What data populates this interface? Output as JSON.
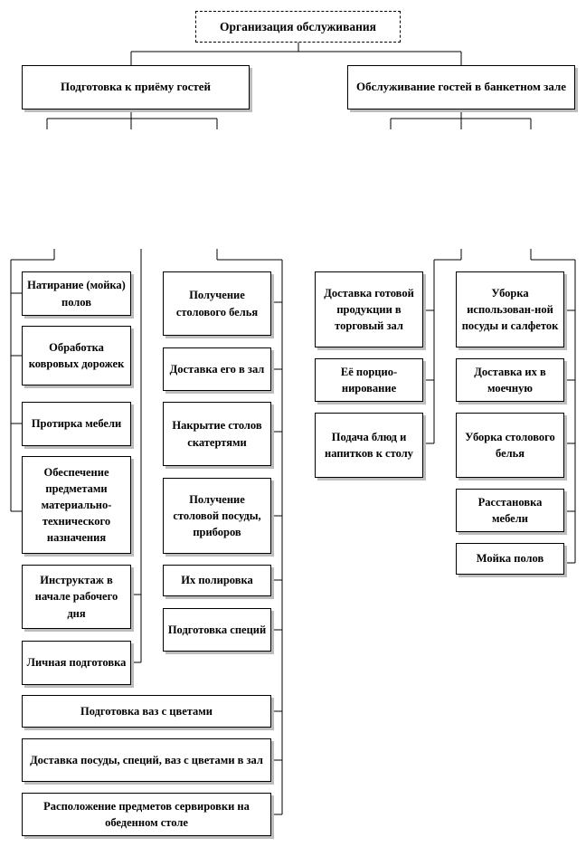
{
  "root": {
    "label": "Организация обслуживания"
  },
  "branch_left": {
    "label": "Подготовка к приёму гостей"
  },
  "branch_right": {
    "label": "Обслуживание гостей в банкетном зале"
  },
  "left_col1": [
    "Натирание (мойка) полов",
    "Обработка ковровых дорожек",
    "Протирка мебели",
    "Обеспечение предметами материально-технического назначения",
    "Инструктаж в начале рабочего дня",
    "Личная подготовка"
  ],
  "left_col2": [
    "Получение столового белья",
    "Доставка его в зал",
    "Накрытие столов скатертями",
    "Получение столовой посуды, приборов",
    "Их полировка",
    "Подготовка специй"
  ],
  "left_wide": [
    "Подготовка ваз с цветами",
    "Доставка посуды, специй, ваз с цветами в зал",
    "Расположение предметов сервировки на обеденном столе"
  ],
  "right_col1": [
    "Доставка готовой продукции в торговый зал",
    "Её порцио-нирование",
    "Подача блюд и напитков к столу"
  ],
  "right_col2": [
    "Уборка использован-ной посуды и салфеток",
    "Доставка их в моечную",
    "Уборка столового белья",
    "Расстановка мебели",
    "Мойка полов"
  ]
}
